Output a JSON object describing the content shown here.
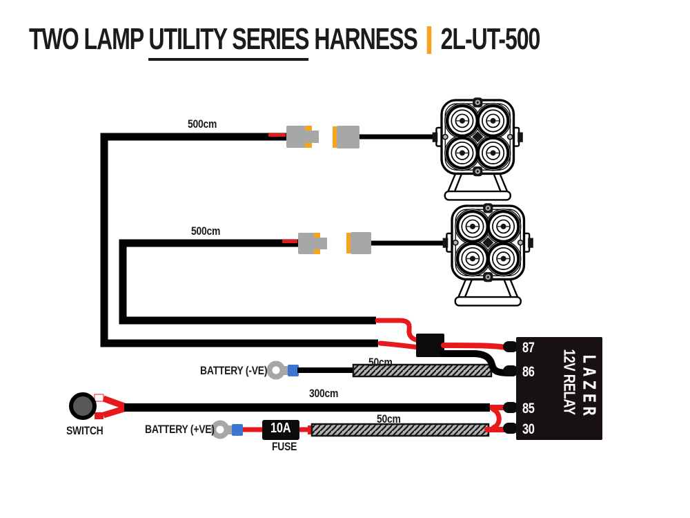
{
  "title": {
    "part1": "TWO LAMP",
    "part2": "UTILITY SERIES",
    "part3": "HARNESS",
    "separator": "|",
    "model": "2L-UT-500"
  },
  "labels": {
    "lamp1_cable_length": "500cm",
    "lamp2_cable_length": "500cm",
    "battery_neg": "BATTERY (-VE)",
    "battery_neg_cable_length": "50cm",
    "switch_cable_length": "300cm",
    "battery_pos": "BATTERY (+VE)",
    "battery_pos_cable_length": "50cm",
    "switch": "SWITCH",
    "fuse_rating": "10A",
    "fuse": "FUSE"
  },
  "relay": {
    "label": "12V RELAY",
    "brand": "LAZER",
    "pins": [
      "87",
      "86",
      "85",
      "30"
    ]
  },
  "colors": {
    "accent_orange": "#F6A41D",
    "wire_red": "#E8191D",
    "wire_black": "#000000",
    "relay_black": "#171112",
    "connector_gray": "#A7A7A7",
    "terminal_blue": "#3B74D1",
    "braid_gray": "#B2B2B2",
    "switch_gray": "#585858"
  }
}
